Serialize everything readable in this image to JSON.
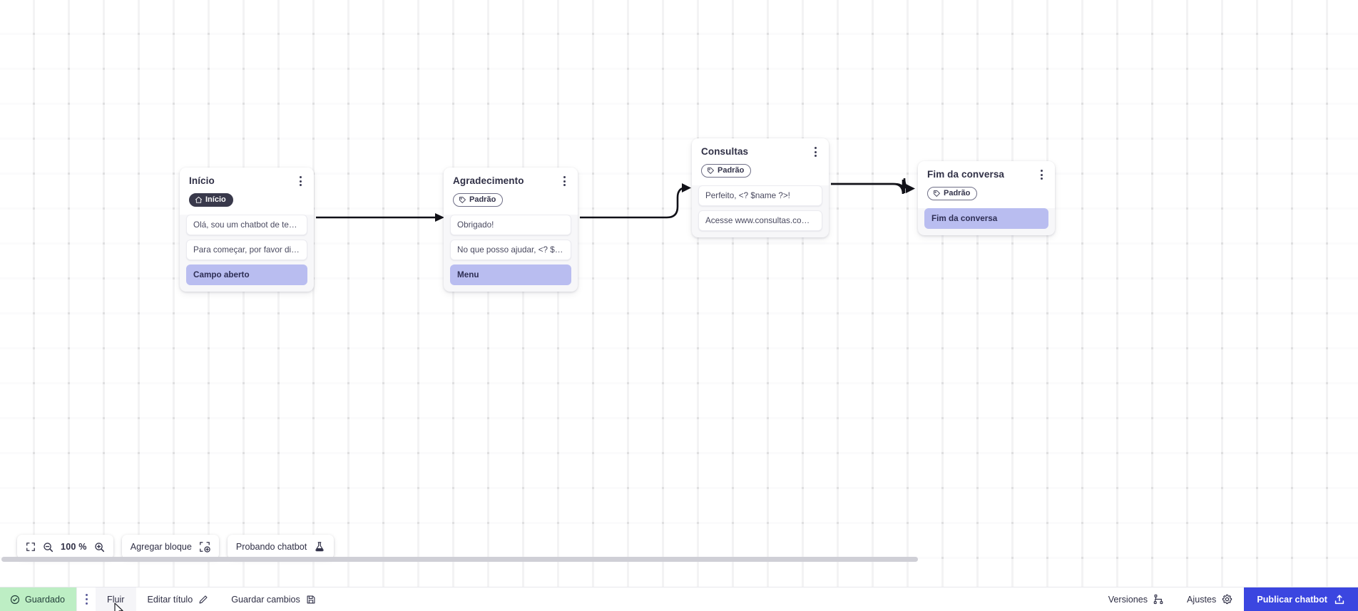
{
  "canvas": {
    "nodes": [
      {
        "id": "inicio",
        "title": "Início",
        "badge": {
          "label": "Início",
          "icon": "home-icon",
          "style": "dark"
        },
        "rows": [
          {
            "text": "Olá, sou um chatbot de teste!",
            "accent": false
          },
          {
            "text": "Para começar, por favor digite o ...",
            "accent": false
          },
          {
            "text": "Campo aberto",
            "accent": true
          }
        ]
      },
      {
        "id": "agradecimento",
        "title": "Agradecimento",
        "badge": {
          "label": "Padrão",
          "icon": "tag-icon",
          "style": "outline"
        },
        "rows": [
          {
            "text": "Obrigado!",
            "accent": false
          },
          {
            "text": "No que posso ajudar, <? $name ...",
            "accent": false
          },
          {
            "text": "Menu",
            "accent": true
          }
        ]
      },
      {
        "id": "consultas",
        "title": "Consultas",
        "badge": {
          "label": "Padrão",
          "icon": "tag-icon",
          "style": "outline"
        },
        "rows": [
          {
            "text": "Perfeito, <? $name ?>!",
            "accent": false
          },
          {
            "text": "Acesse www.consultas.com par...",
            "accent": false
          }
        ]
      },
      {
        "id": "fim",
        "title": "Fim da conversa",
        "badge": {
          "label": "Padrão",
          "icon": "tag-icon",
          "style": "outline"
        },
        "rows": [
          {
            "text": "Fim da conversa",
            "accent": true
          }
        ]
      }
    ]
  },
  "toolbar": {
    "fit_icon": "fit-screen-icon",
    "zoom_out_icon": "zoom-out-icon",
    "zoom_level": "100 %",
    "zoom_in_icon": "zoom-in-icon",
    "add_block_label": "Agregar bloque",
    "add_block_icon": "add-block-icon",
    "test_label": "Probando chatbot",
    "test_icon": "flask-icon"
  },
  "statusbar": {
    "saved_label": "Guardado",
    "saved_icon": "check-circle-icon",
    "menu_icon": "kebab-menu-icon",
    "flow_label": "Fluir",
    "edit_title_label": "Editar título",
    "edit_title_icon": "pencil-icon",
    "save_changes_label": "Guardar cambios",
    "save_changes_icon": "save-icon",
    "versions_label": "Versiones",
    "versions_icon": "branch-icon",
    "settings_label": "Ajustes",
    "settings_icon": "gear-icon",
    "publish_label": "Publicar chatbot",
    "publish_icon": "upload-icon"
  },
  "colors": {
    "accent_row": "#b9bdf0",
    "publish_blue": "#3b46e0",
    "saved_green": "#bdeec4",
    "badge_dark": "#39394b"
  }
}
